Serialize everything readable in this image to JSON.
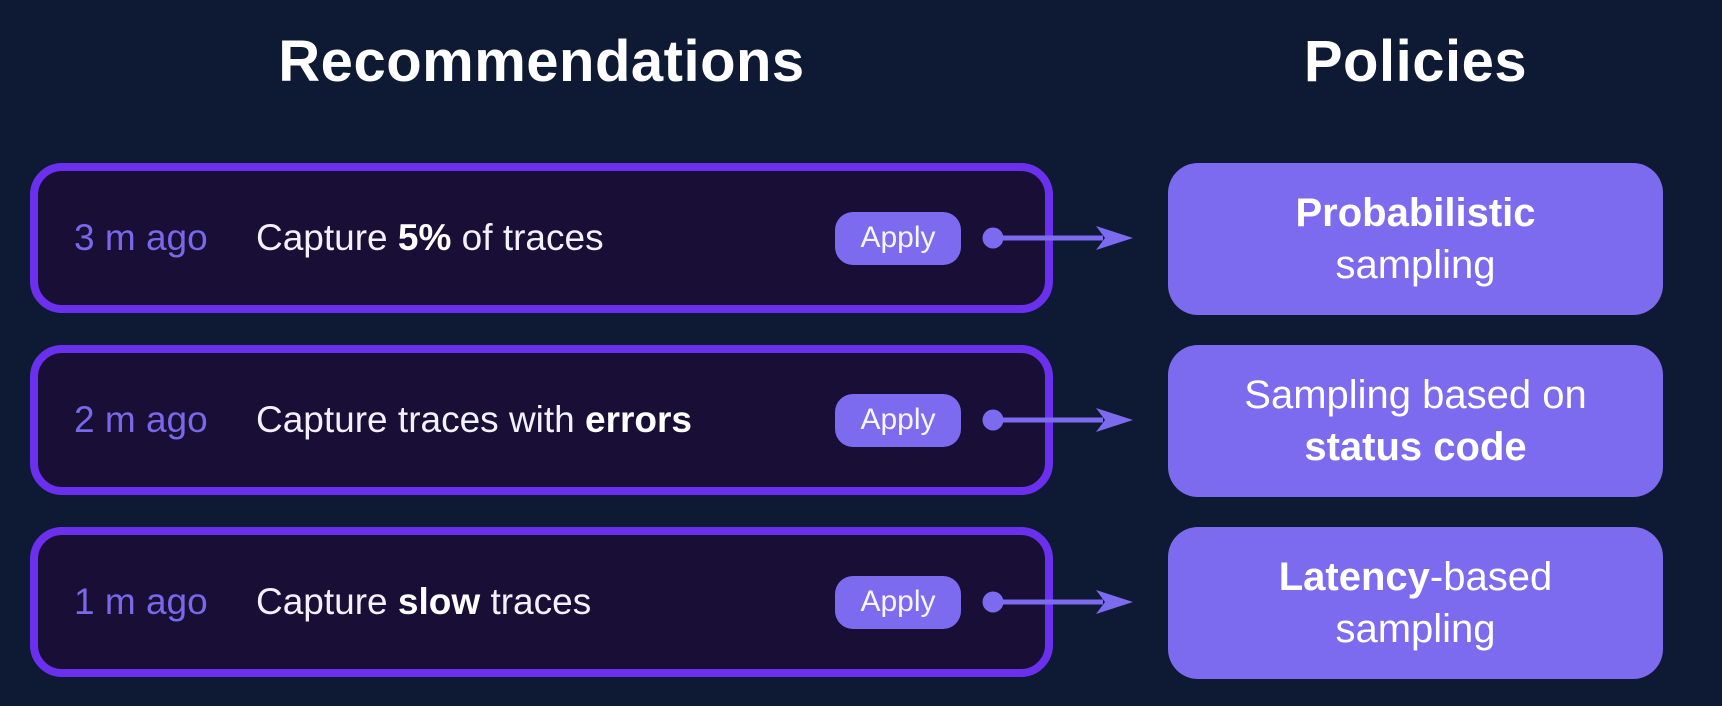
{
  "titles": {
    "recommendations": "Recommendations",
    "policies": "Policies"
  },
  "colors": {
    "background": "#0e1934",
    "card_fill": "#190f36",
    "card_border": "#6b30ee",
    "accent_purple": "#7c6aef",
    "time_text": "#7a68e8",
    "text_white": "#ffffff"
  },
  "rows": [
    {
      "time": "3 m ago",
      "desc": {
        "pre": "Capture ",
        "bold": "5%",
        "post": " of traces"
      },
      "apply_label": "Apply",
      "policy": {
        "line1": {
          "pre": "",
          "bold": "Probabilistic",
          "post": ""
        },
        "line2": {
          "pre": "sampling",
          "bold": "",
          "post": ""
        }
      }
    },
    {
      "time": "2 m ago",
      "desc": {
        "pre": "Capture traces with ",
        "bold": "errors",
        "post": ""
      },
      "apply_label": "Apply",
      "policy": {
        "line1": {
          "pre": "Sampling based on",
          "bold": "",
          "post": ""
        },
        "line2": {
          "pre": "",
          "bold": "status code",
          "post": ""
        }
      }
    },
    {
      "time": "1 m ago",
      "desc": {
        "pre": "Capture ",
        "bold": "slow",
        "post": " traces"
      },
      "apply_label": "Apply",
      "policy": {
        "line1": {
          "pre": "",
          "bold": "Latency",
          "post": "-based"
        },
        "line2": {
          "pre": "sampling",
          "bold": "",
          "post": ""
        }
      }
    }
  ]
}
